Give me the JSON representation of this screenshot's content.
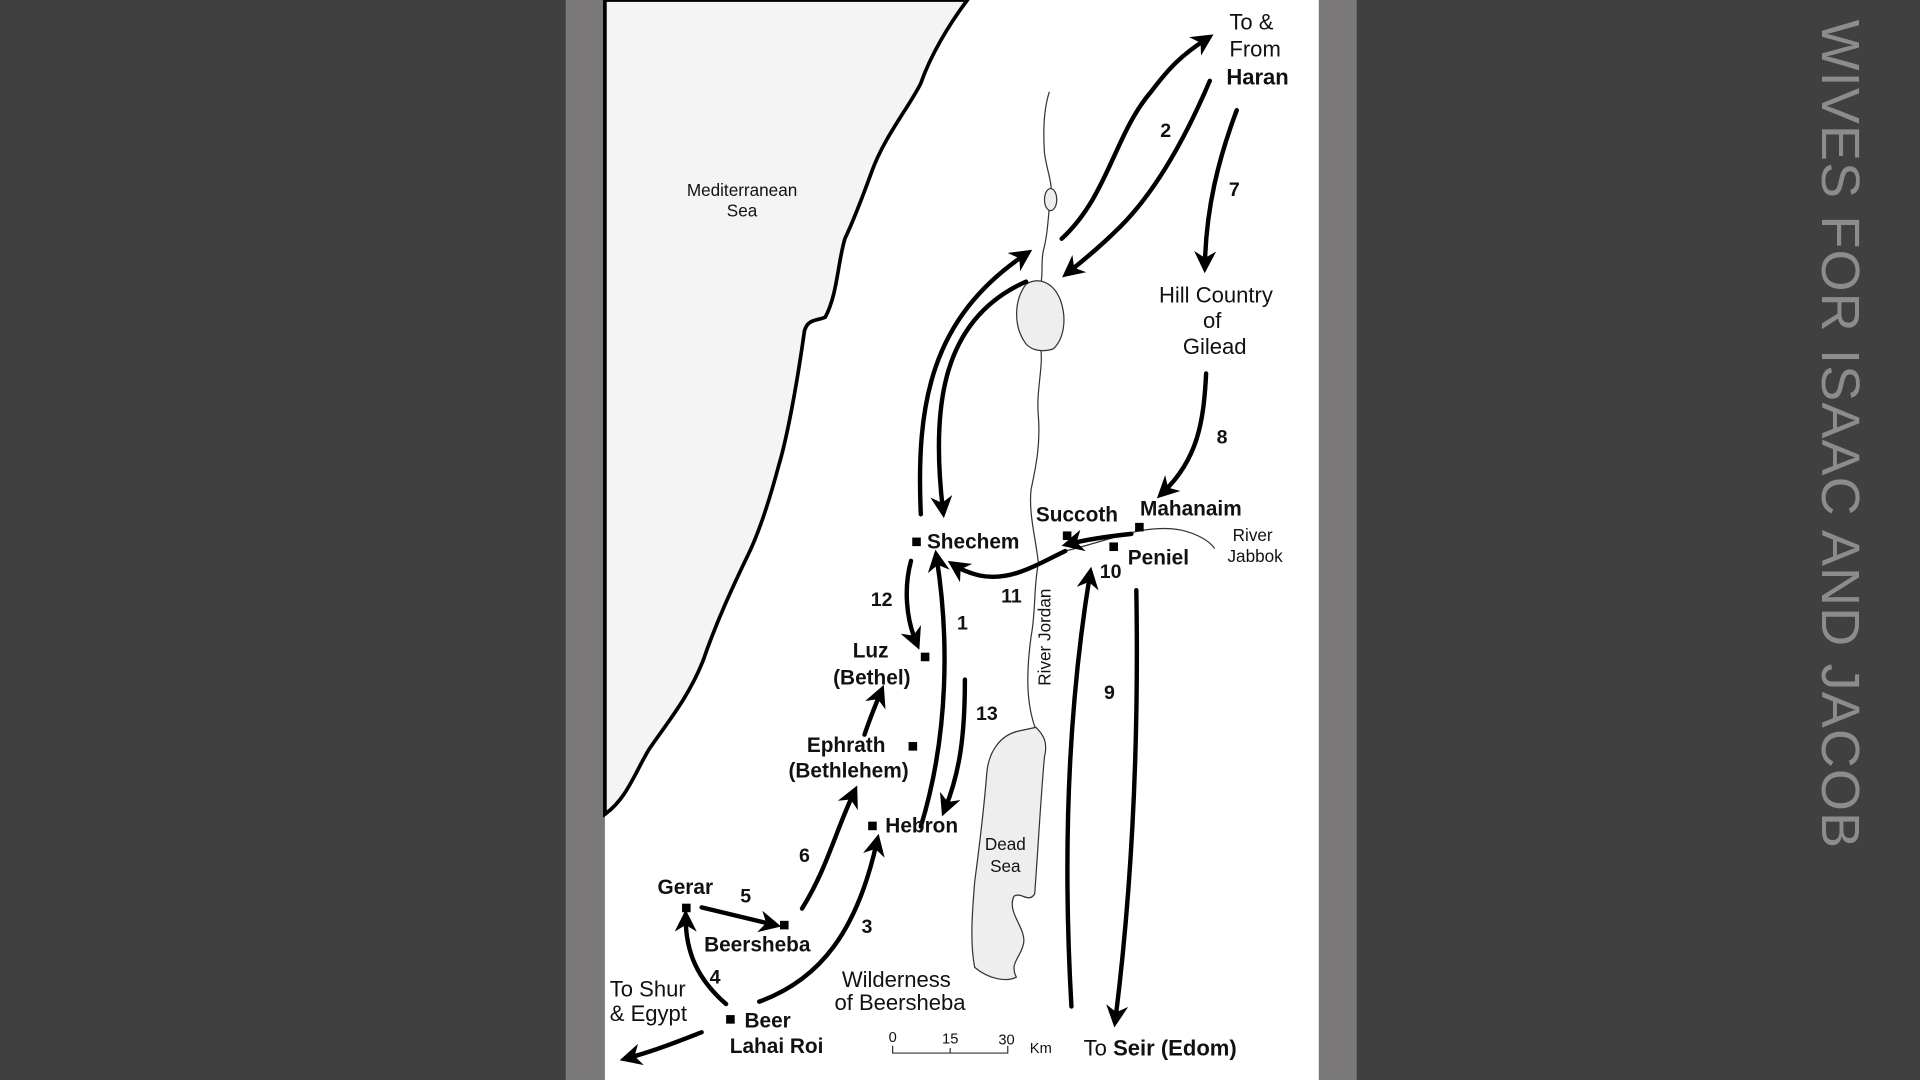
{
  "slide_title": "WIVES FOR ISAAC AND JACOB",
  "regions": {
    "sea": [
      "Mediterranean",
      "Sea"
    ],
    "haran": [
      "To &",
      "From",
      "Haran"
    ],
    "gilead": [
      "Hill Country",
      "of",
      "Gilead"
    ],
    "jabbok": [
      "River",
      "Jabbok"
    ],
    "jordan": "River Jordan",
    "dead_sea": [
      "Dead",
      "Sea"
    ],
    "wilderness": [
      "Wilderness",
      "of Beersheba"
    ],
    "shur": [
      "To Shur",
      "& Egypt"
    ],
    "seir_prefix": "To",
    "seir": "Seir (Edom)"
  },
  "places": {
    "shechem": "Shechem",
    "succoth": "Succoth",
    "mahanaim": "Mahanaim",
    "peniel": "Peniel",
    "luz": [
      "Luz",
      "(Bethel)"
    ],
    "ephrath": [
      "Ephrath",
      "(Bethlehem)"
    ],
    "hebron": "Hebron",
    "gerar": "Gerar",
    "beersheba": "Beersheba",
    "beer_lahai_roi": [
      "Beer",
      "Lahai Roi"
    ]
  },
  "routes": [
    "1",
    "2",
    "3",
    "4",
    "5",
    "6",
    "7",
    "8",
    "9",
    "10",
    "11",
    "12",
    "13"
  ],
  "scale": {
    "ticks": [
      "0",
      "15",
      "30"
    ],
    "unit": "Km"
  },
  "colors": {
    "background": "#404040",
    "frame": "#7a7878",
    "sea": "#f4f4f4",
    "lake": "#eeeeee",
    "title": "#8c8c8c"
  }
}
